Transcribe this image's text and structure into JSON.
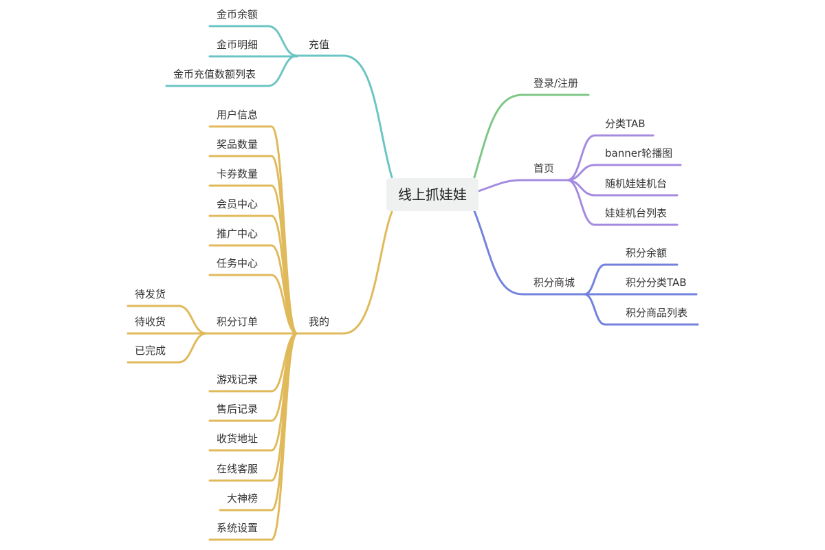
{
  "root": {
    "label": "线上抓娃娃"
  },
  "colors": {
    "recharge": "#6cc5c3",
    "mine": "#e0b95a",
    "login": "#7ec787",
    "home": "#a58be0",
    "mall": "#7382dc",
    "root_bg": "#eff0f0"
  },
  "branches": {
    "recharge": {
      "label": "充值",
      "children": [
        "金币余额",
        "金币明细",
        "金币充值数额列表"
      ]
    },
    "mine": {
      "label": "我的",
      "children": [
        "用户信息",
        "奖品数量",
        "卡券数量",
        "会员中心",
        "推广中心",
        "任务中心",
        "积分订单",
        "游戏记录",
        "售后记录",
        "收货地址",
        "在线客服",
        "大神榜",
        "系统设置"
      ],
      "order_children": [
        "待发货",
        "待收货",
        "已完成"
      ]
    },
    "login": {
      "label": "登录/注册"
    },
    "home": {
      "label": "首页",
      "children": [
        "分类TAB",
        "banner轮播图",
        "随机娃娃机台",
        "娃娃机台列表"
      ]
    },
    "mall": {
      "label": "积分商城",
      "children": [
        "积分余额",
        "积分分类TAB",
        "积分商品列表"
      ]
    }
  }
}
